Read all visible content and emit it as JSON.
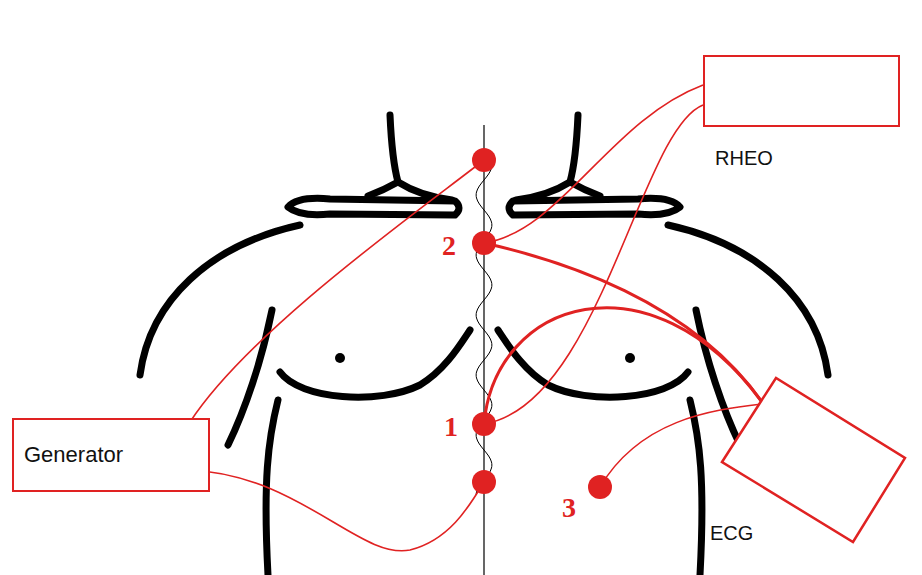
{
  "diagram": {
    "nodes": [
      {
        "text": [
          "RHEO"
        ]
      },
      {
        "text": [
          "Generator"
        ]
      },
      {
        "text": [
          "ECG"
        ]
      }
    ],
    "labels": [
      "2",
      "1",
      "3"
    ]
  }
}
